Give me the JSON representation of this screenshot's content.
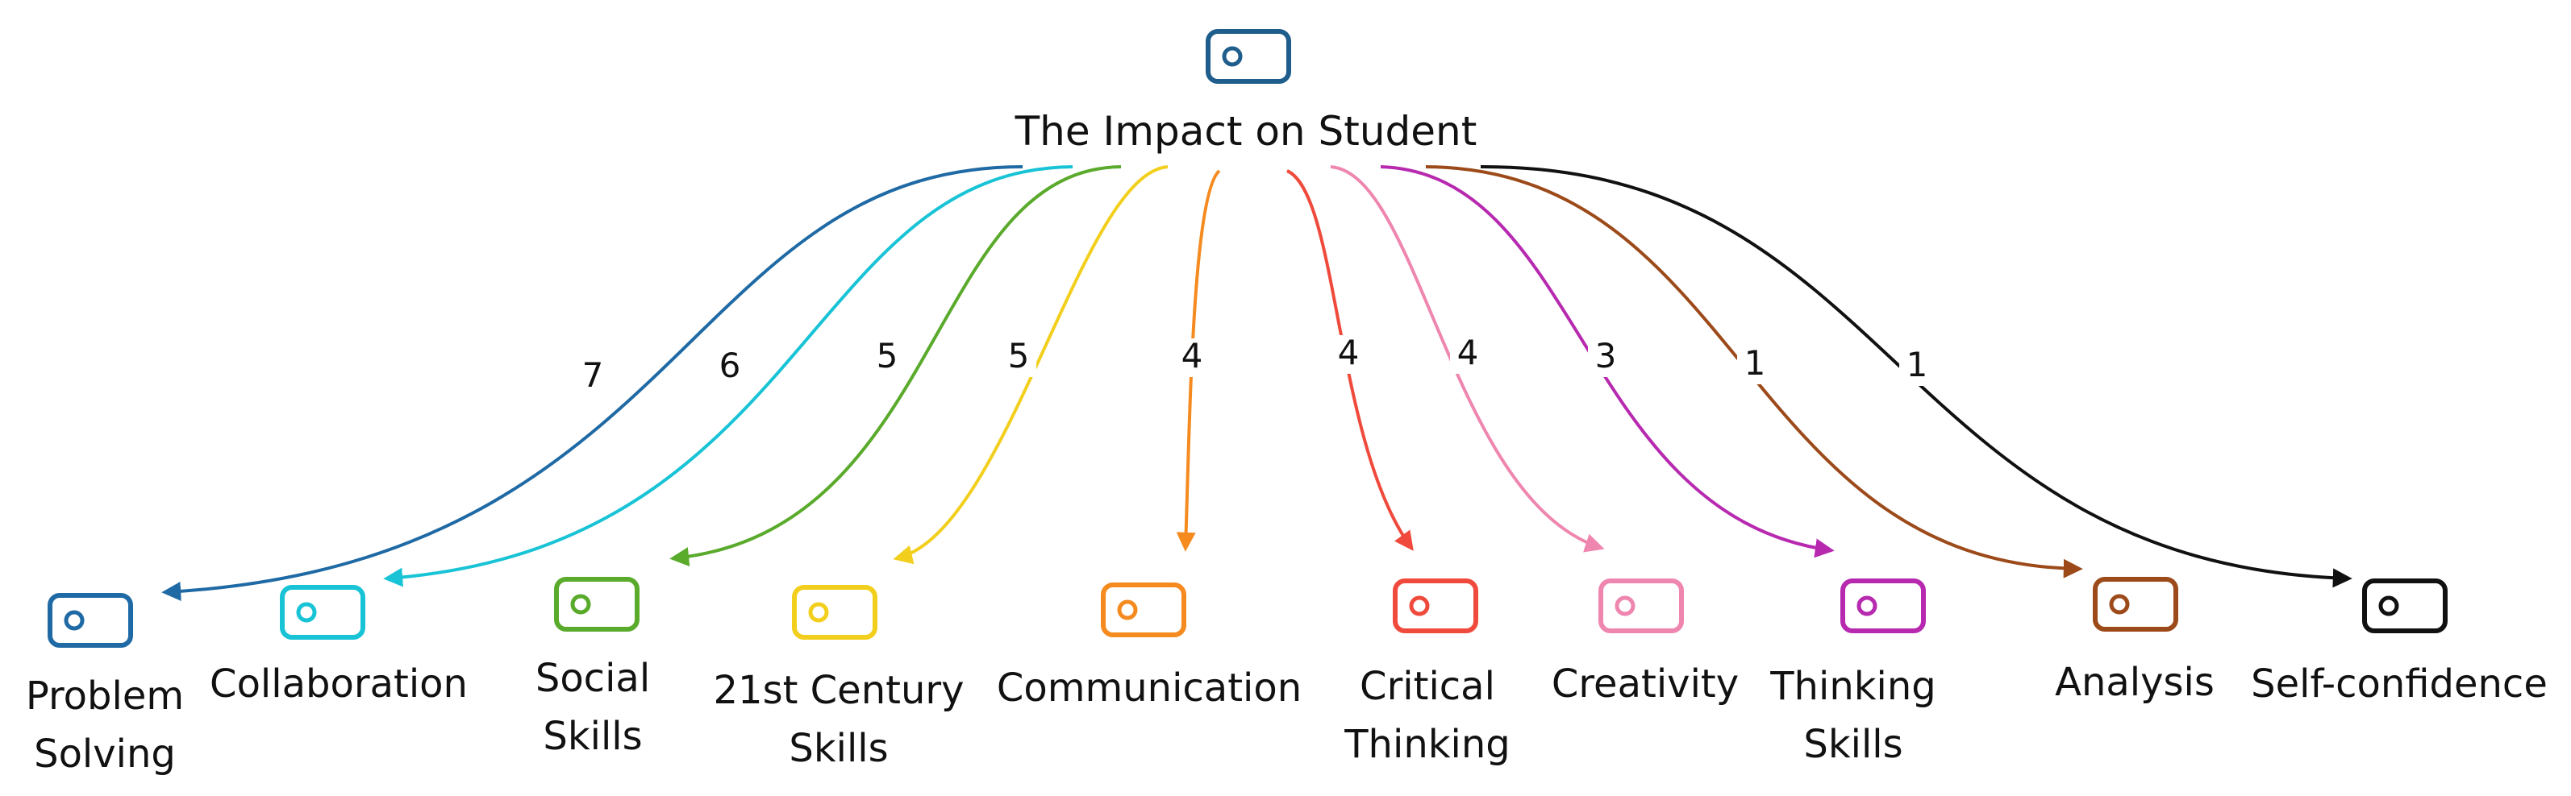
{
  "root": {
    "label": "The Impact on Student",
    "color": "#1f5d8c",
    "icon": "tag-icon"
  },
  "nodes": [
    {
      "id": "problem-solving",
      "lines": [
        "Problem",
        "Solving"
      ],
      "count": "7",
      "color": "#1f6aa5",
      "icon": "tag-icon"
    },
    {
      "id": "collaboration",
      "lines": [
        "Collaboration"
      ],
      "count": "6",
      "color": "#19c3d6",
      "icon": "tag-icon"
    },
    {
      "id": "social-skills",
      "lines": [
        "Social",
        "Skills"
      ],
      "count": "5",
      "color": "#5aaa2c",
      "icon": "tag-icon"
    },
    {
      "id": "21st-century-skills",
      "lines": [
        "21st Century",
        "Skills"
      ],
      "count": "5",
      "color": "#f2cf1d",
      "icon": "tag-icon"
    },
    {
      "id": "communication",
      "lines": [
        "Communication"
      ],
      "count": "4",
      "color": "#f58a1f",
      "icon": "tag-icon"
    },
    {
      "id": "critical-thinking",
      "lines": [
        "Critical",
        "Thinking"
      ],
      "count": "4",
      "color": "#ef4a3c",
      "icon": "tag-icon"
    },
    {
      "id": "creativity",
      "lines": [
        "Creativity"
      ],
      "count": "4",
      "color": "#ef86b0",
      "icon": "tag-icon"
    },
    {
      "id": "thinking-skills",
      "lines": [
        "Thinking",
        "Skills"
      ],
      "count": "3",
      "color": "#b72ab0",
      "icon": "tag-icon"
    },
    {
      "id": "analysis",
      "lines": [
        "Analysis"
      ],
      "count": "1",
      "color": "#9c4a1a",
      "icon": "tag-icon"
    },
    {
      "id": "self-confidence",
      "lines": [
        "Self-confidence"
      ],
      "count": "1",
      "color": "#111111",
      "icon": "tag-icon"
    }
  ]
}
